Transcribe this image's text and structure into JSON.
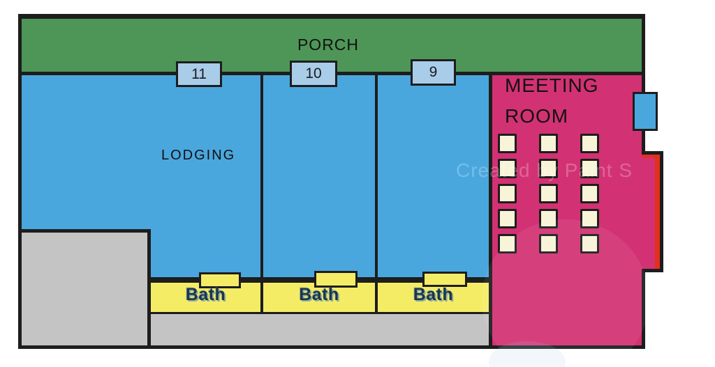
{
  "floor_plan": {
    "porch": {
      "label": "PORCH"
    },
    "lodging": {
      "label": "LODGING"
    },
    "rooms": [
      {
        "number": "11"
      },
      {
        "number": "10"
      },
      {
        "number": "9"
      }
    ],
    "baths": [
      {
        "label": "Bath"
      },
      {
        "label": "Bath"
      },
      {
        "label": "Bath"
      }
    ],
    "meeting_room": {
      "line1": "MEETING",
      "line2": "ROOM",
      "seat_rows": 5,
      "seat_cols": 3
    }
  },
  "watermark": {
    "text": "Created by Paint S"
  },
  "colors": {
    "porch_green": "#4e9658",
    "lodging_blue": "#4aa7de",
    "meeting_magenta": "#d23273",
    "bath_yellow": "#f5ec66",
    "seat_cream": "#f8f4d8",
    "floor_gray": "#c4c4c4",
    "room_tag_blue": "#a9cce9",
    "accent_red": "#e3301c",
    "wall_black": "#1d1d1d",
    "bath_text": "#1c3550"
  }
}
